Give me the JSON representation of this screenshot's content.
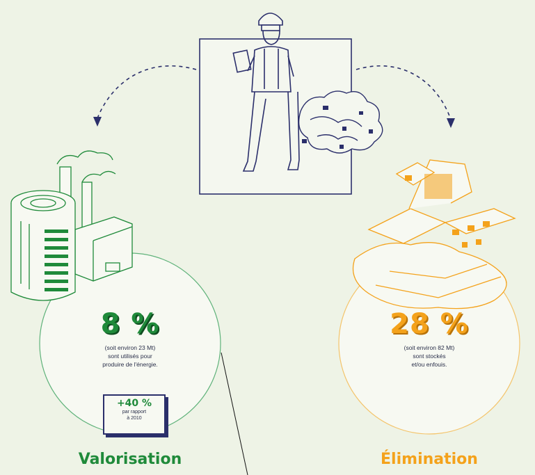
{
  "valorisation": {
    "percent": "8 %",
    "description_lines": [
      "(soit environ 23 Mt)",
      "sont utilisés pour",
      "produire de l'énergie."
    ],
    "badge_value": "+40 %",
    "badge_lines": [
      "par rapport",
      "à 2010"
    ],
    "label": "Valorisation",
    "color": "#1f8a3a"
  },
  "elimination": {
    "percent": "28 %",
    "description_lines": [
      "(soit environ 82 Mt)",
      "sont stockés",
      "et/ou enfouis."
    ],
    "label": "Élimination",
    "color": "#f4a21b"
  },
  "icons": [
    "worker-icon",
    "factory-icon",
    "landfill-excavator-icon",
    "waste-pile-icon"
  ],
  "line_color": "#2b2f6b"
}
